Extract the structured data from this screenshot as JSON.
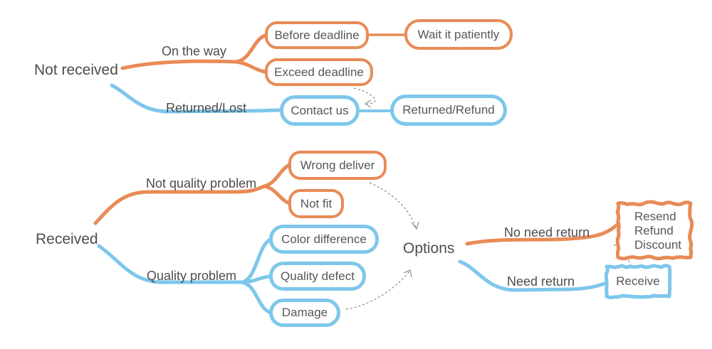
{
  "palette": {
    "orange": "#E88B56",
    "blue": "#7EC7EB",
    "arrow_gray": "#8a8a8a",
    "text_gray": "#4d4d4d"
  },
  "not_received_tree": {
    "root": "Not received",
    "on_the_way": "On the way",
    "before_deadline": "Before deadline",
    "wait_it_patiently": "Wait it patiently",
    "exceed_deadline": "Exceed deadline",
    "returned_lost": "Returned/Lost",
    "contact_us": "Contact us",
    "returned_refund": "Returned/Refund"
  },
  "received_tree": {
    "root": "Received",
    "not_quality_problem": "Not quality problem",
    "wrong_deliver": "Wrong deliver",
    "not_fit": "Not fit",
    "quality_problem": "Quality problem",
    "color_difference": "Color difference",
    "quality_defect": "Quality defect",
    "damage": "Damage",
    "options": "Options",
    "no_need_return": "No need return",
    "resend_lines": [
      "Resend",
      "Refund",
      "Discount"
    ],
    "need_return": "Need return",
    "receive": "Receive"
  }
}
